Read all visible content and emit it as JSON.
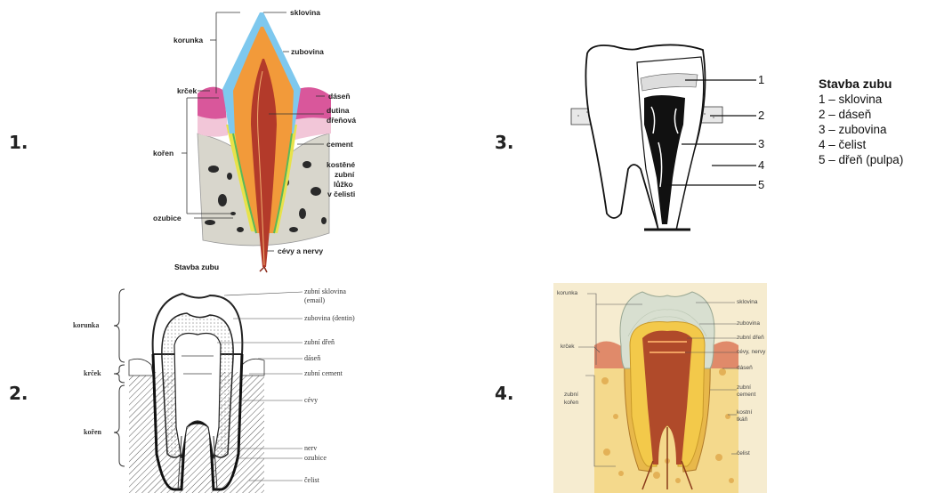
{
  "panel_numbers": [
    "1.",
    "2.",
    "3.",
    "4."
  ],
  "panel1": {
    "caption": "Stavba zubu",
    "labels": {
      "sklovina": "sklovina",
      "korunka": "korunka",
      "zubovina": "zubovina",
      "krcek": "krček",
      "dasen": "dáseň",
      "dutina": "dutina",
      "drenova": "dřeňová",
      "koren": "kořen",
      "cement": "cement",
      "kostene": "kostěné",
      "zubni": "zubní",
      "luzko": "lůžko",
      "v_celisti": "v čelisti",
      "ozubice": "ozubice",
      "cevy_nervy": "cévy a nervy"
    },
    "colors": {
      "enamel": "#7ec8ee",
      "dentin": "#f29a3a",
      "gum": "#d9579b",
      "cement": "#e8e24a",
      "bone": "#d8d6cc",
      "pulp": "#b33a2a"
    }
  },
  "panel2": {
    "labels": {
      "korunka": "korunka",
      "krcek": "krček",
      "koren": "kořen",
      "sklovina1": "zubní sklovina",
      "sklovina2": "(email)",
      "zubovina": "zubovina (dentin)",
      "dren": "zubní dřeň",
      "dasen": "dáseň",
      "cement": "zubní cement",
      "cevy": "cévy",
      "nerv": "nerv",
      "ozubice": "ozubice",
      "celist": "čelist"
    }
  },
  "panel3": {
    "callouts": [
      "1",
      "2",
      "3",
      "4",
      "5"
    ],
    "legend": {
      "title": "Stavba zubu",
      "items": [
        "1 – sklovina",
        "2 – dáseň",
        "3 – zubovina",
        "4 – čelist",
        "5 – dřeň (pulpa)"
      ]
    }
  },
  "panel4": {
    "labels": {
      "korunka": "korunka",
      "krcek": "krček",
      "zubni": "zubní",
      "koren": "kořen",
      "sklovina": "sklovina",
      "zubovina": "zubovina",
      "zubni_dren": "zubní dřeň",
      "cevy_nervy": "cévy, nervy",
      "dasen": "dáseň",
      "zubni2": "zubní",
      "cement": "cement",
      "kostni": "kostní",
      "tkan": "tkáň",
      "celist": "čelist"
    },
    "colors": {
      "background": "#f4d98c",
      "enamel": "#d8dfd0",
      "dentin": "#f3c94a",
      "pulp": "#b04a2a",
      "gum": "#e08a6a"
    }
  }
}
